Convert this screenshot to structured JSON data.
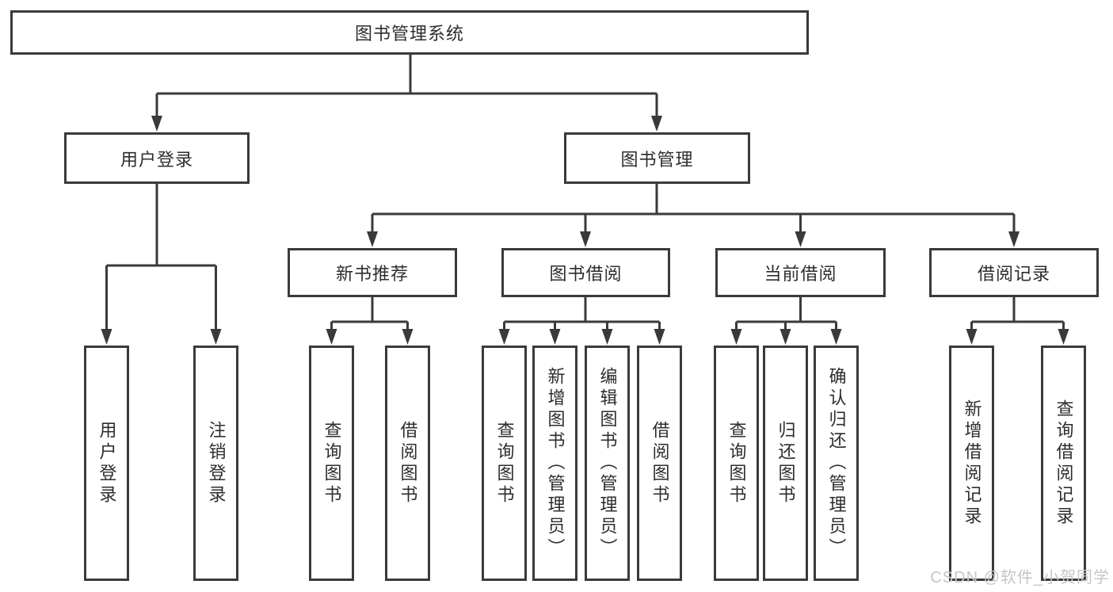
{
  "diagram": {
    "tree": {
      "label": "图书管理系统",
      "children": [
        {
          "label": "用户登录",
          "children": [
            {
              "label": "用户登录"
            },
            {
              "label": "注销登录"
            }
          ]
        },
        {
          "label": "图书管理",
          "children": [
            {
              "label": "新书推荐",
              "children": [
                {
                  "label": "查询图书"
                },
                {
                  "label": "借阅图书"
                }
              ]
            },
            {
              "label": "图书借阅",
              "children": [
                {
                  "label": "查询图书"
                },
                {
                  "label": "新增图书（管理员）"
                },
                {
                  "label": "编辑图书（管理员）"
                },
                {
                  "label": "借阅图书"
                }
              ]
            },
            {
              "label": "当前借阅",
              "children": [
                {
                  "label": "查询图书"
                },
                {
                  "label": "归还图书"
                },
                {
                  "label": "确认归还（管理员）"
                }
              ]
            },
            {
              "label": "借阅记录",
              "children": [
                {
                  "label": "新增借阅记录"
                },
                {
                  "label": "查询借阅记录"
                }
              ]
            }
          ]
        }
      ]
    }
  },
  "watermark": {
    "text": "CSDN @软件_小贺同学"
  },
  "colors": {
    "line": "#3a3a3a",
    "box_border": "#3a3a3a",
    "text": "#2d2d2d",
    "watermark": "#c6c6c6",
    "background": "#ffffff"
  }
}
